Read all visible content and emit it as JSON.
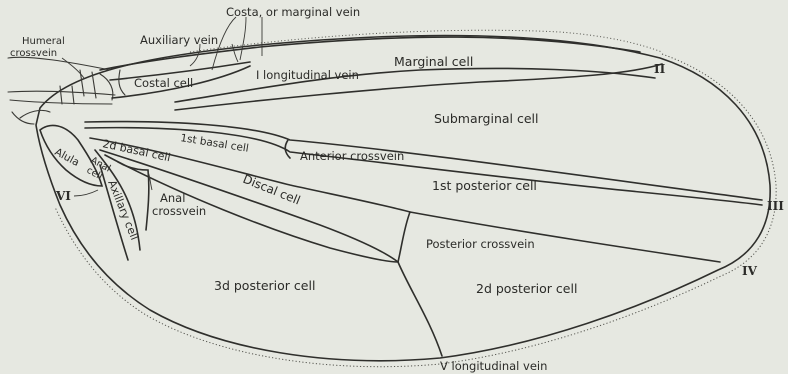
{
  "figure": {
    "labels": {
      "costa": "Costa, or marginal vein",
      "humeral_line1": "Humeral",
      "humeral_line2": "crossvein",
      "auxiliary_vein": "Auxiliary vein",
      "costal_cell": "Costal cell",
      "first_longitudinal": "I longitudinal vein",
      "marginal_cell": "Marginal cell",
      "submarginal_cell": "Submarginal cell",
      "first_basal_cell": "1st basal cell",
      "anterior_crossvein": "Anterior crossvein",
      "second_basal_cell": "2d basal cell",
      "alula": "Alula",
      "anal_cell_line1": "Anal",
      "anal_cell_line2": "cell",
      "discal_cell": "Discal cell",
      "first_posterior_cell": "1st posterior cell",
      "axillary_cell": "Axillary cell",
      "anal_crossvein_line1": "Anal",
      "anal_crossvein_line2": "crossvein",
      "posterior_crossvein": "Posterior crossvein",
      "third_posterior_cell": "3d posterior cell",
      "second_posterior_cell": "2d posterior cell",
      "fifth_longitudinal": "V longitudinal vein"
    },
    "vein_numbers": {
      "ii": "II",
      "iii": "III",
      "iv": "IV",
      "vi": "VI"
    },
    "colors": {
      "background": "#e6e8e1",
      "ink": "#2b2b28"
    }
  }
}
